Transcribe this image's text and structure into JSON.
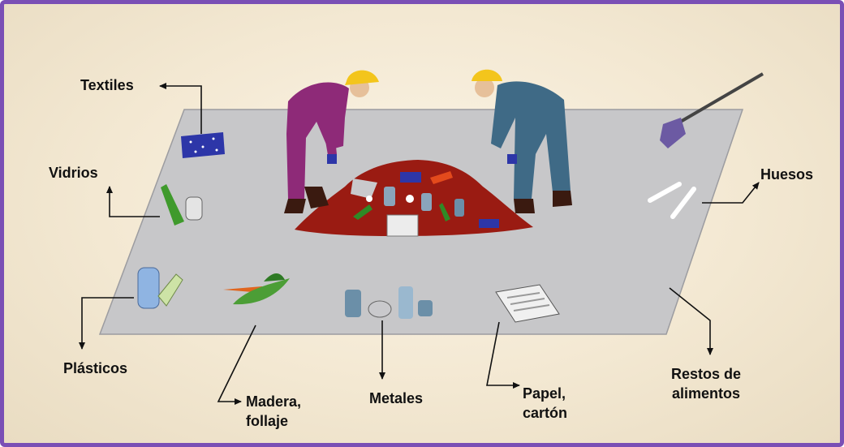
{
  "labels": {
    "textiles": "Textiles",
    "vidrios": "Vidrios",
    "plasticos": "Plásticos",
    "madera": "Madera,\nfollaje",
    "metales": "Metales",
    "papel": "Papel,\ncartón",
    "restos": "Restos de\nalimentos",
    "huesos": "Huesos"
  },
  "colors": {
    "border": "#7a4fb5",
    "floor": "#c8c8ca",
    "pile": "#9a1b12",
    "worker_left": "#8e2a78",
    "worker_right": "#3f6a86",
    "helmet": "#f3c51c"
  },
  "icons": [
    "textile-cloth-icon",
    "glass-bottles-icon",
    "plastic-bottles-icon",
    "leaves-carrot-icon",
    "tin-cans-icon",
    "newspapers-icon",
    "bones-icon",
    "shovel-icon"
  ]
}
